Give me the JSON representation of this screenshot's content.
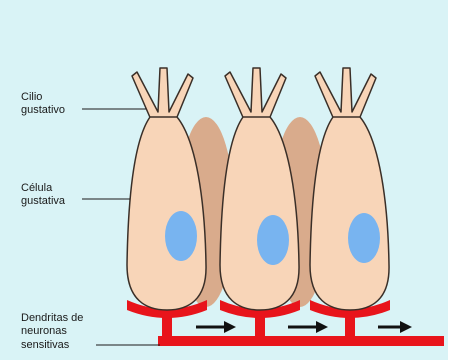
{
  "labels": {
    "cilium_line1": "Cilio",
    "cilium_line2": "gustativo",
    "cell_line1": "Célula",
    "cell_line2": "gustativa",
    "dendrite_line1": "Dendritas de",
    "dendrite_line2": "neuronas",
    "dendrite_line3": "sensitivas"
  },
  "colors": {
    "background": "#d9f3f6",
    "cell_fill": "#f8d5b8",
    "support_cell_fill": "#d9ab8c",
    "nucleus_fill": "#78b4f0",
    "outline": "#3a2f28",
    "dendrite": "#e8141b",
    "arrow": "#111111"
  },
  "cells": [
    {
      "name": "taste-cell-left"
    },
    {
      "name": "taste-cell-middle"
    },
    {
      "name": "taste-cell-right"
    }
  ],
  "signal_arrows": 3
}
